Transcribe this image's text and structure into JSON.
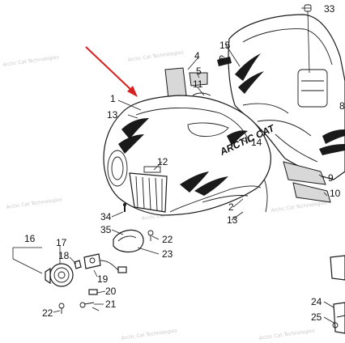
{
  "callouts": {
    "c1": "1",
    "c2": "2",
    "c4": "4",
    "c5": "5",
    "c6": "6",
    "c8": "8",
    "c9": "9",
    "c10": "10",
    "c11": "11",
    "c12": "12",
    "c13a": "13",
    "c13b": "13",
    "c14": "14",
    "c15": "15",
    "c16": "16",
    "c17": "17",
    "c18": "18",
    "c19": "19",
    "c20": "20",
    "c21": "21",
    "c22a": "22",
    "c22b": "22",
    "c23": "23",
    "c24": "24",
    "c25": "25",
    "c33": "33",
    "c34": "34",
    "c35": "35"
  },
  "watermark": "Arctic Cat Technologies",
  "decal_text": "ARCTIC CAT",
  "colors": {
    "arrow": "#d81f1f",
    "line": "#1a1a1a",
    "watermark": "#c8c8c8"
  }
}
